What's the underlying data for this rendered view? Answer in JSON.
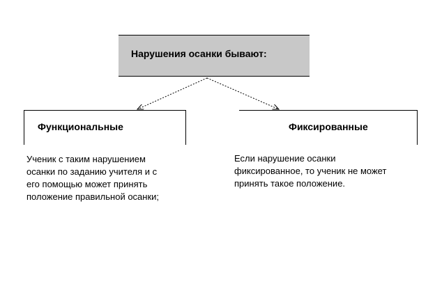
{
  "root": {
    "title": "Нарушения осанки бывают:"
  },
  "branches": [
    {
      "title": "Функциональные",
      "description": "Ученик с таким нарушением\nосанки по заданию учителя и с\nего помощью может принять\nположение правильной осанки;"
    },
    {
      "title": "Фиксированные",
      "description": " Если нарушение осанки\nфиксированное, то ученик не может\nпринять такое положение."
    }
  ],
  "colors": {
    "root_fill": "#c8c8c8",
    "line": "#000000",
    "background": "#ffffff"
  }
}
